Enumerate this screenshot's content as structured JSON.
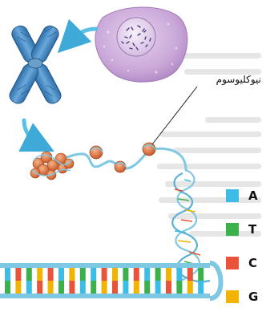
{
  "labels": {
    "nucleosome": "نيوكليوسوم"
  },
  "legend": [
    {
      "letter": "A",
      "color": "#3dbde6"
    },
    {
      "letter": "T",
      "color": "#3cb04a"
    },
    {
      "letter": "C",
      "color": "#e8533a"
    },
    {
      "letter": "G",
      "color": "#f2b400"
    }
  ],
  "colors": {
    "cell": "#c9a6d8",
    "chromosome": "#4a8fc8",
    "histone": "#e07a45",
    "backbone": "#7ec8e3",
    "arrow": "#5bc0e6"
  }
}
